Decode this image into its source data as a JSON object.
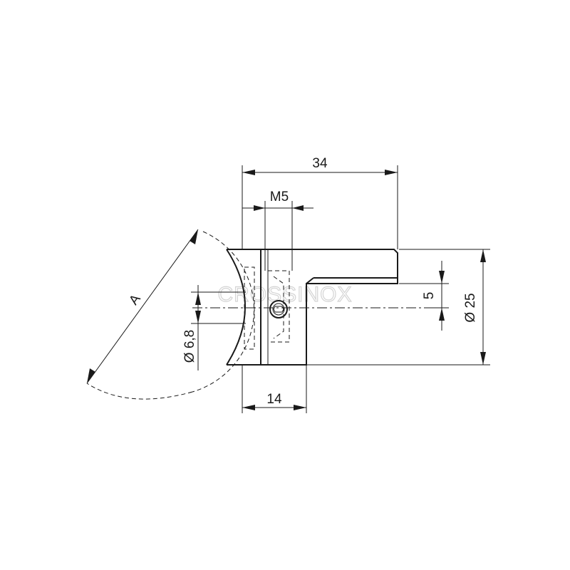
{
  "dimensions": {
    "overall_length": "34",
    "thread": "M5",
    "slot": "5",
    "diameter_outer": "Ø 25",
    "diameter_hole": "Ø 6,8",
    "depth": "14",
    "radius_label": "A"
  },
  "watermark": "CROSSINOX"
}
